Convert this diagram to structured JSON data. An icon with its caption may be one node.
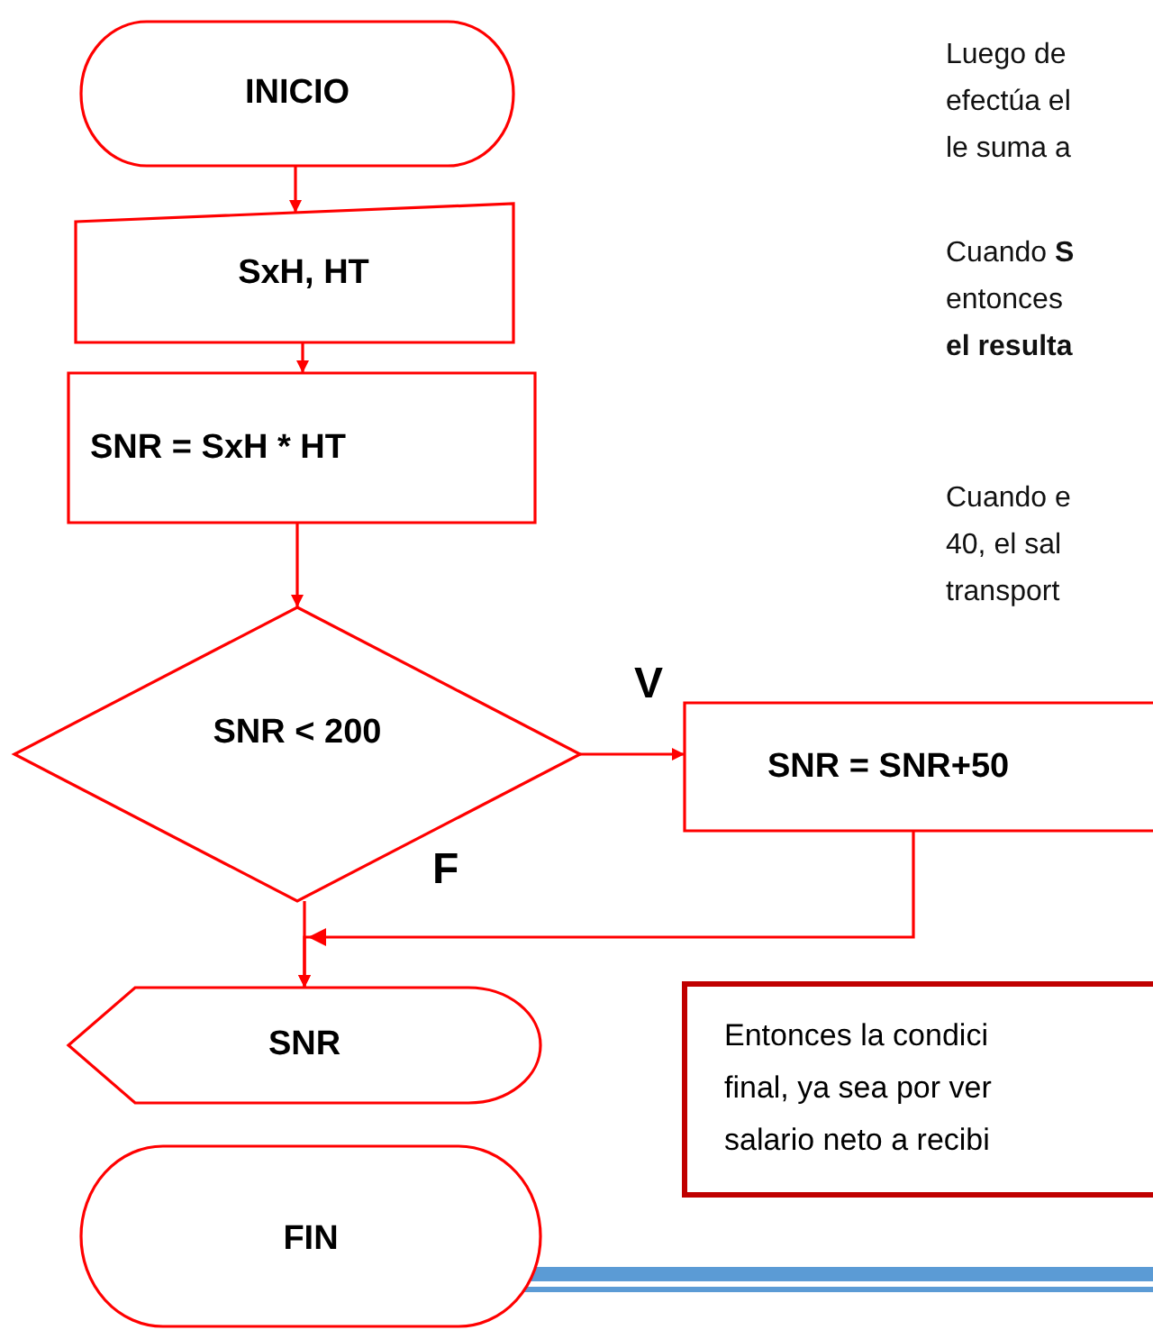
{
  "diagram": {
    "nodes": [
      {
        "text": [
          "INICIO"
        ]
      },
      {
        "text": [
          "SxH, HT"
        ]
      },
      {
        "text": [
          "SNR = SxH * HT"
        ]
      },
      {
        "text": [
          "SNR < 200"
        ]
      },
      {
        "text": [
          "SNR = SNR+50"
        ]
      },
      {
        "text": [
          "SNR"
        ]
      },
      {
        "text": [
          "FIN"
        ]
      },
      {
        "text": [
          "Entonces la condici final, ya sea por ver salario neto a recibi"
        ]
      }
    ],
    "edges": [
      {
        "from": 0,
        "to": 1,
        "arrow": "to"
      },
      {
        "from": 1,
        "to": 2,
        "arrow": "to"
      },
      {
        "from": 2,
        "to": 3,
        "arrow": "to"
      },
      {
        "from": 3,
        "to": 4,
        "arrow": "to",
        "label": "V"
      },
      {
        "from": 3,
        "to": 5,
        "arrow": "to",
        "label": "F"
      },
      {
        "from": 4,
        "to": 5,
        "arrow": "to"
      }
    ],
    "labels": [
      "Luego de",
      "efectúa el",
      "le suma a",
      "Cuando **S**",
      "entonces",
      "el resulta",
      "Cuando e",
      "40, el sal",
      "transport"
    ]
  }
}
